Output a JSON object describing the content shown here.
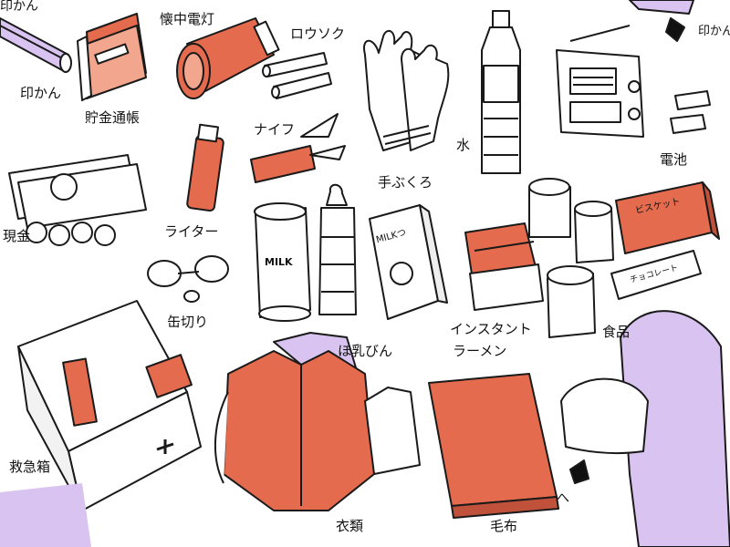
{
  "labels": {
    "hanko_left": "印かん",
    "hanko_right": "印かん",
    "bankbook": "貯金通帳",
    "flashlight": "懐中電灯",
    "candle": "ロウソク",
    "knife": "ナイフ",
    "gloves": "手ぶくろ",
    "water": "水",
    "battery": "電池",
    "cash": "現金",
    "lighter": "ライター",
    "can_opener": "缶切り",
    "baby_bottle": "ほ乳びん",
    "instant_ramen_1": "インスタント",
    "instant_ramen_2": "ラーメン",
    "food": "食品",
    "first_aid": "救急箱",
    "clothes": "衣類",
    "blanket": "毛布",
    "helmet_mark": "へ"
  },
  "item_text": {
    "milk_can": "MILK",
    "biscuit_box": "ビスケット",
    "chocolate": "チョコレート",
    "milk_powder": "MILKつ"
  },
  "colors": {
    "accent_orange": "#e56b4e",
    "outline": "#1a1a1a",
    "shadow_purple": "#c9a7e8",
    "cloth_purple": "#d9c3f0"
  }
}
